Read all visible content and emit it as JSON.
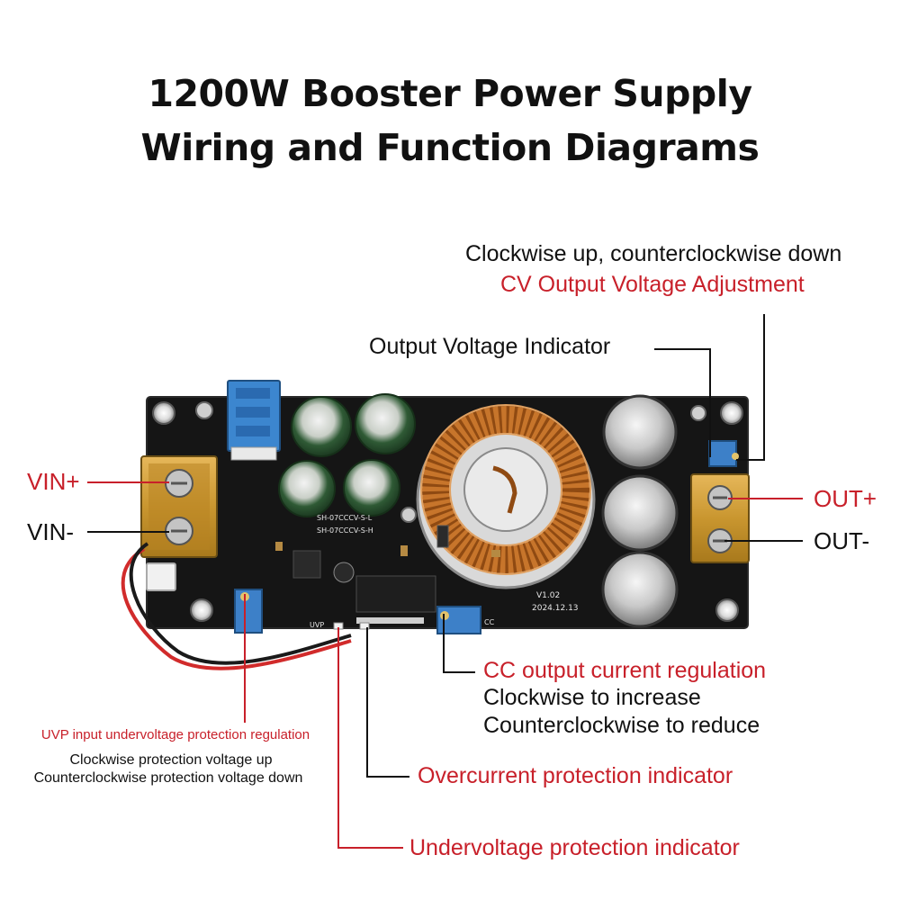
{
  "title": {
    "line1": "1200W Booster Power Supply",
    "line2": "Wiring and Function Diagrams"
  },
  "labels": {
    "cv_desc": "Clockwise up, counterclockwise down",
    "cv_title": "CV Output Voltage Adjustment",
    "ovi": "Output Voltage Indicator",
    "vin_plus": "VIN+",
    "vin_minus": "VIN-",
    "out_plus": "OUT+",
    "out_minus": "OUT-",
    "cc_title": "CC output current regulation",
    "cc_line1": "Clockwise to increase",
    "cc_line2": "Counterclockwise to reduce",
    "uvp_title": "UVP input undervoltage protection regulation",
    "uvp_line1": "Clockwise protection voltage up",
    "uvp_line2": "Counterclockwise protection voltage down",
    "oci": "Overcurrent protection indicator",
    "uvi": "Undervoltage protection indicator"
  },
  "board": {
    "silk_model1": "SH-07CCCV-S-L",
    "silk_model2": "SH-07CCCV-S-H",
    "silk_version": "V1.02",
    "silk_date": "2024.12.13",
    "silk_cc": "CC",
    "silk_uvp": "UVP"
  },
  "colors": {
    "accent_red": "#c8202a",
    "text": "#111111",
    "pcb": "#141414",
    "copper": "#c7752b"
  }
}
